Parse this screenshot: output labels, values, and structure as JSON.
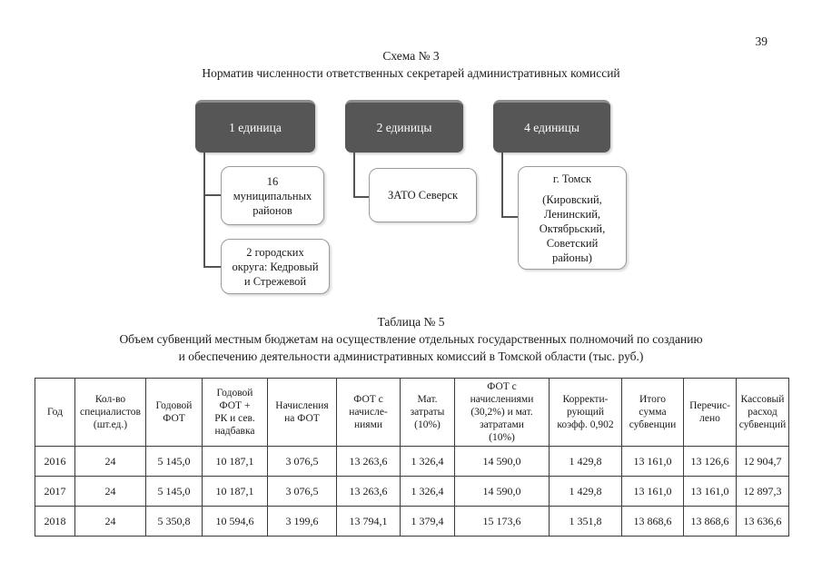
{
  "page": {
    "number": "39"
  },
  "scheme": {
    "label": "Схема № 3",
    "title": "Норматив численности ответственных секретарей административных комиссий",
    "nodes": [
      {
        "unit_label": "1 единица",
        "children": [
          {
            "line1": "16",
            "line2": "муниципальных",
            "line3": "районов"
          },
          {
            "line1": "2 городских",
            "line2": "округа: Кедровый",
            "line3": "и Стрежевой"
          }
        ]
      },
      {
        "unit_label": "2 единицы",
        "children": [
          {
            "line1": "ЗАТО Северск",
            "line2": "",
            "line3": ""
          }
        ]
      },
      {
        "unit_label": "4 единицы",
        "children": [
          {
            "line1": "г. Томск",
            "line2": "(Кировский,",
            "line3": "Ленинский,",
            "line4": "Октябрьский,",
            "line5": "Советский",
            "line6": "районы)"
          }
        ]
      }
    ]
  },
  "table": {
    "label": "Таблица № 5",
    "title_line1": "Объем субвенций местным бюджетам на осуществление отдельных государственных полномочий по созданию",
    "title_line2": "и обеспечению деятельности административных комиссий в Томской области (тыс. руб.)",
    "headers": [
      {
        "l1": "Год",
        "l2": "",
        "l3": "",
        "l4": ""
      },
      {
        "l1": "Кол-во",
        "l2": "специалистов",
        "l3": "(шт.ед.)",
        "l4": ""
      },
      {
        "l1": "Годовой",
        "l2": "ФОТ",
        "l3": "",
        "l4": ""
      },
      {
        "l1": "Годовой",
        "l2": "ФОТ +",
        "l3": "РК и сев.",
        "l4": "надбавка"
      },
      {
        "l1": "Начисления",
        "l2": "на ФОТ",
        "l3": "",
        "l4": ""
      },
      {
        "l1": "ФОТ с",
        "l2": "начисле-",
        "l3": "ниями",
        "l4": ""
      },
      {
        "l1": "Мат.",
        "l2": "затраты",
        "l3": "(10%)",
        "l4": ""
      },
      {
        "l1": "ФОТ с",
        "l2": "начислениями",
        "l3": "(30,2%) и мат.",
        "l4": "затратами",
        "l5": "(10%)"
      },
      {
        "l1": "Корректи-",
        "l2": "рующий",
        "l3": "коэфф. 0,902",
        "l4": ""
      },
      {
        "l1": "Итого",
        "l2": "сумма",
        "l3": "субвенции",
        "l4": ""
      },
      {
        "l1": "Перечис-",
        "l2": "лено",
        "l3": "",
        "l4": ""
      },
      {
        "l1": "Кассовый",
        "l2": "расход",
        "l3": "субвенций",
        "l4": ""
      }
    ],
    "rows": [
      {
        "year": "2016",
        "specialists": "24",
        "annual_fot": "5 145,0",
        "annual_fot_rk": "10 187,1",
        "accruals": "3 076,5",
        "fot_with_accruals": "13 263,6",
        "material_costs": "1 326,4",
        "fot_accruals_material": "14 590,0",
        "correction_coeff": "1 429,8",
        "total_subvention": "13 161,0",
        "transferred": "13 126,6",
        "cash_expense": "12 904,7"
      },
      {
        "year": "2017",
        "specialists": "24",
        "annual_fot": "5 145,0",
        "annual_fot_rk": "10 187,1",
        "accruals": "3 076,5",
        "fot_with_accruals": "13 263,6",
        "material_costs": "1 326,4",
        "fot_accruals_material": "14 590,0",
        "correction_coeff": "1 429,8",
        "total_subvention": "13 161,0",
        "transferred": "13 161,0",
        "cash_expense": "12 897,3"
      },
      {
        "year": "2018",
        "specialists": "24",
        "annual_fot": "5 350,8",
        "annual_fot_rk": "10 594,6",
        "accruals": "3 199,6",
        "fot_with_accruals": "13 794,1",
        "material_costs": "1 379,4",
        "fot_accruals_material": "15 173,6",
        "correction_coeff": "1 351,8",
        "total_subvention": "13 868,6",
        "transferred": "13 868,6",
        "cash_expense": "13 636,6"
      }
    ]
  },
  "colors": {
    "node_dark_fill": "#565656",
    "node_dark_top": "#8d8d8d",
    "node_light_border": "#9a9a9a",
    "connector": "#545454",
    "table_border": "#3a3a3a",
    "text": "#1a1a1a"
  }
}
